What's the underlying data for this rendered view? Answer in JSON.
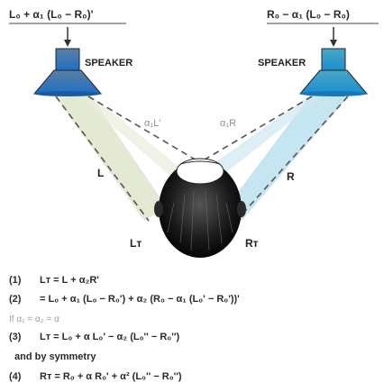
{
  "top_left_formula": "L₀ + α₁ (L₀ − R₀)'",
  "top_right_formula": "R₀ − α₁ (L₀ − R₀)",
  "speaker_left_label": "SPEAKER",
  "speaker_right_label": "SPEAKER",
  "path_left_inner": "α₁L'",
  "path_right_inner": "α₁R",
  "path_left_outer": "L",
  "path_right_outer": "R",
  "ear_left": "Lᴛ",
  "ear_right": "Rᴛ",
  "equations": [
    {
      "num": "(1)",
      "text": "Lᴛ = L + α₂R'"
    },
    {
      "num": "(2)",
      "text": "= L₀ + α₁ (L₀ − R₀') + α₂ (R₀ − α₁ (L₀' − R₀'))'"
    },
    {
      "num": "",
      "text": "If α₁ = α₂ = α"
    },
    {
      "num": "(3)",
      "text": "Lᴛ = L₀ + α L₀' − α₂ (L₀'' − R₀'')"
    },
    {
      "num": "",
      "text": "and by symmetry"
    },
    {
      "num": "(4)",
      "text": "Rᴛ = R₀ + α R₀' + α² (L₀'' − R₀'')"
    }
  ]
}
